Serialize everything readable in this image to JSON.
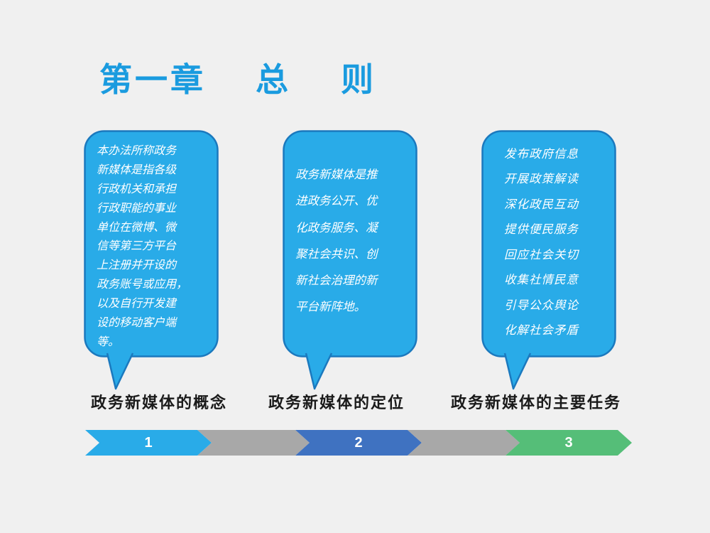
{
  "title": "第一章　 总　 则",
  "bubbles": [
    {
      "text": "本办法所称政务\n新媒体是指各级\n行政机关和承担\n行政职能的事业\n单位在微博、微\n信等第三方平台\n上注册并开设的\n政务账号或应用，\n以及自行开发建\n设的移动客户端\n等。",
      "label": "政务新媒体的概念"
    },
    {
      "text": "政务新媒体是推\n进政务公开、优\n化政务服务、凝\n聚社会共识、创\n新社会治理的新\n平台新阵地。",
      "label": "政务新媒体的定位"
    },
    {
      "text": "发布政府信息\n开展政策解读\n深化政民互动\n提供便民服务\n回应社会关切\n收集社情民意\n引导公众舆论\n化解社会矛盾",
      "label": "政务新媒体的主要任务"
    }
  ],
  "process": {
    "steps": [
      {
        "number": "1"
      },
      {
        "number": "2"
      },
      {
        "number": "3"
      }
    ]
  },
  "colors": {
    "background": "#F0F0F0",
    "title": "#1A9BDF",
    "bubble_fill": "#29ABE8",
    "bubble_border": "#1B79BE",
    "bubble_text": "#FFFFFF",
    "label_text": "#1A1A1A",
    "step1": "#29ABE8",
    "step2": "#3F72C1",
    "step3": "#55BE78",
    "connector": "#A8A8A8",
    "step_number": "#FFFFFF"
  }
}
